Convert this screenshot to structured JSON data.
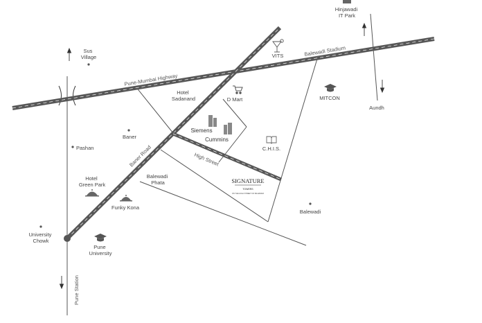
{
  "roads": {
    "highway": "Pune-Mumbai Highway",
    "stadium_road": "Balewadi Stadium",
    "baner_road": "Baner Road",
    "high_street": "High Street",
    "pune_station": "Pune Station"
  },
  "places": {
    "sus_village": [
      "Sus",
      "Village"
    ],
    "hinjawadi": [
      "Hinjawadi",
      "IT Park"
    ],
    "vits": "VITS",
    "hotel_sadanand": [
      "Hotel",
      "Sadanand"
    ],
    "dmart": "D Mart",
    "mitcon": "MITCON",
    "aundh": "Aundh",
    "baner": "Baner",
    "siemens": "Siemens",
    "cummins": "Cummins",
    "chis": "C.H.I.S.",
    "pashan": "Pashan",
    "hotel_green_park": [
      "Hotel",
      "Green Park"
    ],
    "balewadi_phata": [
      "Balewadi",
      "Phata"
    ],
    "funky_kona": "Funky Kona",
    "balewadi": "Balewadi",
    "university_chowk": [
      "University",
      "Chowk"
    ],
    "pune_university": [
      "Pune",
      "University"
    ]
  },
  "project": {
    "logo": "SIGNATURE",
    "sub": "TOWERS",
    "tagline": "ON THE HIGH STREET OF BALEWADI"
  },
  "icon_names": [
    "martini-icon",
    "cart-icon",
    "graduation-cap-icon",
    "building-icon",
    "book-icon",
    "cloche-icon"
  ]
}
